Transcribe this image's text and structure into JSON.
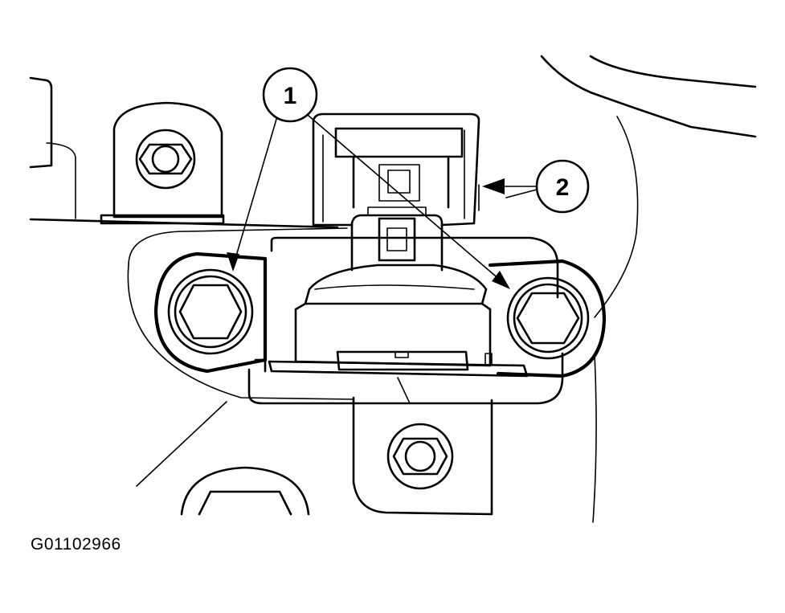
{
  "callouts": [
    {
      "id": "1",
      "label": "1"
    },
    {
      "id": "2",
      "label": "2"
    }
  ],
  "figure_id": "G01102966"
}
